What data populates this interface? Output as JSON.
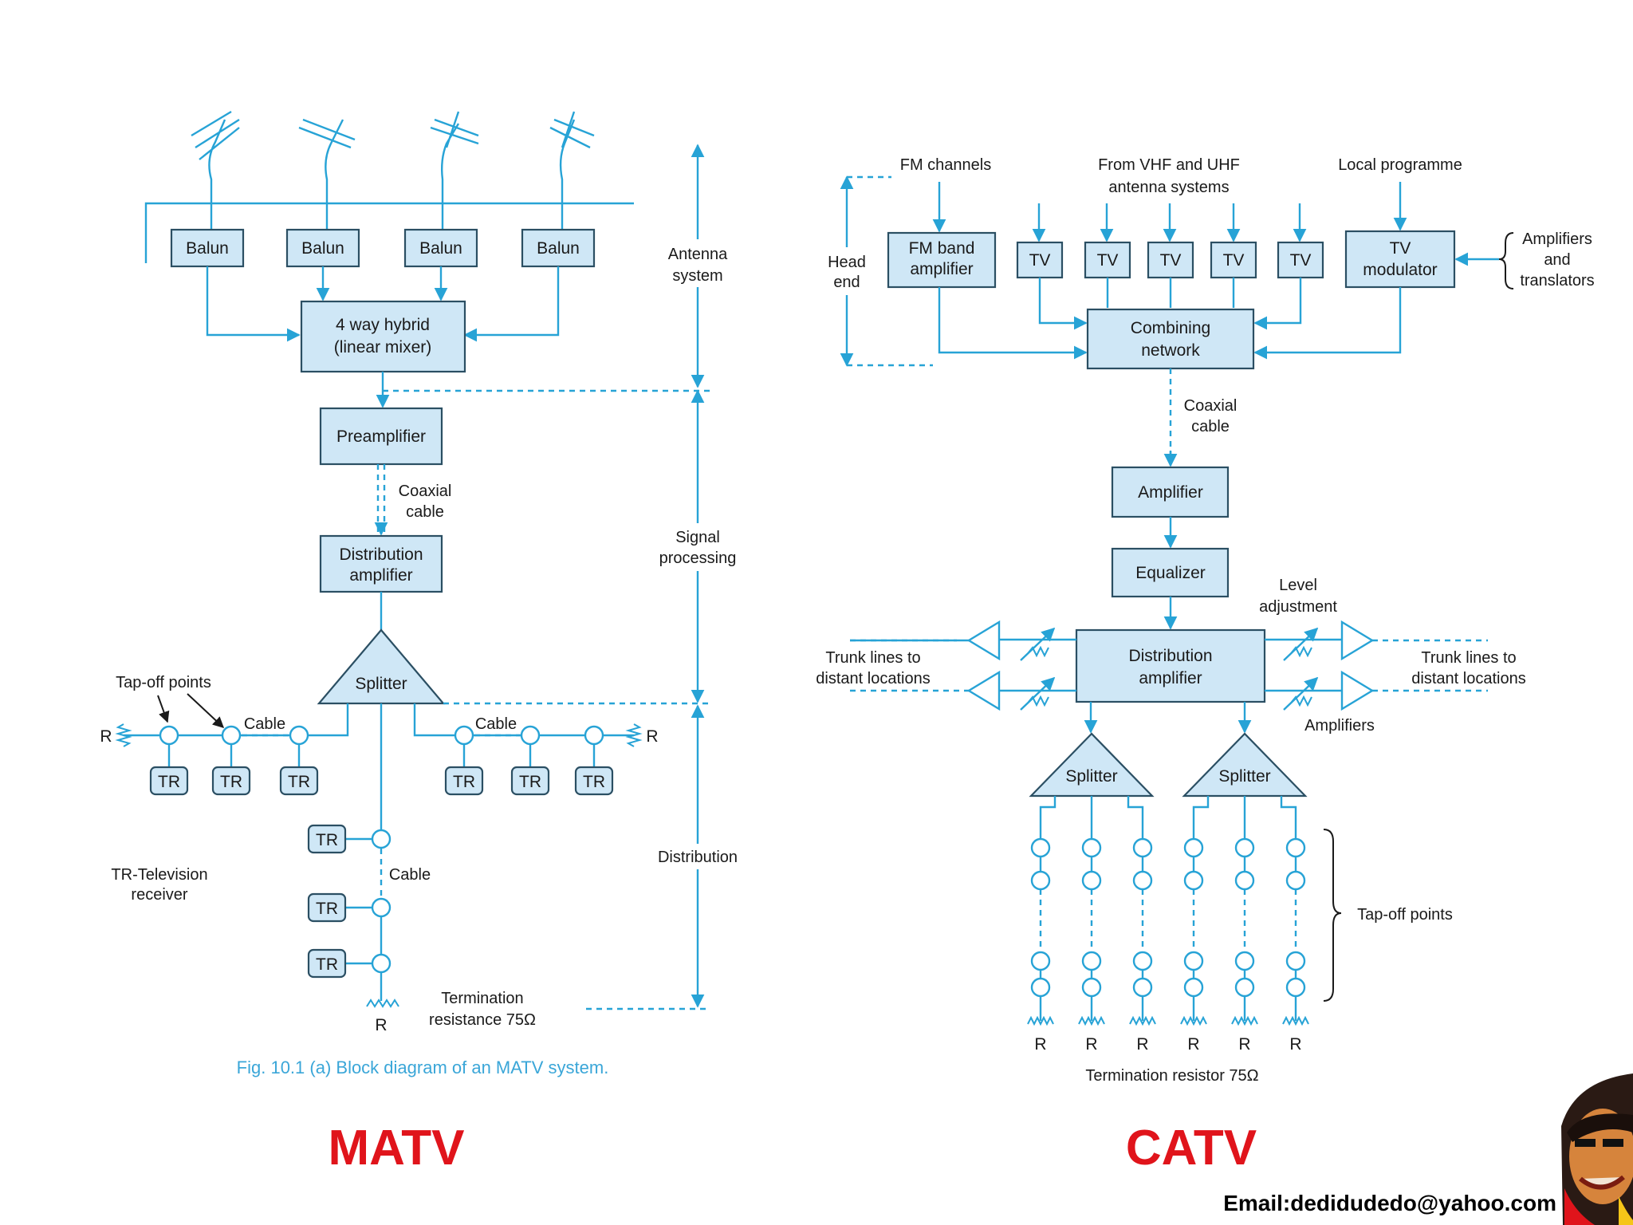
{
  "matv": {
    "balun_label": "Balun",
    "hybrid": [
      "4 way hybrid",
      "(linear mixer)"
    ],
    "preamplifier": "Preamplifier",
    "coaxial_cable": [
      "Coaxial",
      "cable"
    ],
    "distribution_amplifier": [
      "Distribution",
      "amplifier"
    ],
    "splitter": "Splitter",
    "tap_off_points": "Tap-off points",
    "cable": "Cable",
    "resistor": "R",
    "tr": "TR",
    "tr_legend": [
      "TR-Television",
      "receiver"
    ],
    "termination": [
      "Termination",
      "resistance 75Ω"
    ],
    "stages": {
      "antenna": [
        "Antenna",
        "system"
      ],
      "signal": [
        "Signal",
        "processing"
      ],
      "distribution": "Distribution"
    },
    "caption": "Fig. 10.1 (a) Block diagram of an MATV system.",
    "title": "MATV"
  },
  "catv": {
    "fm_channels": "FM channels",
    "vhf_uhf": [
      "From VHF and UHF",
      "antenna systems"
    ],
    "local_programme": "Local programme",
    "head_end": [
      "Head",
      "end"
    ],
    "fm_band_amp": [
      "FM band",
      "amplifier"
    ],
    "tv": "TV",
    "tv_modulator": [
      "TV",
      "modulator"
    ],
    "amp_translators": [
      "Amplifiers",
      "and",
      "translators"
    ],
    "combining": [
      "Combining",
      "network"
    ],
    "coaxial_cable": [
      "Coaxial",
      "cable"
    ],
    "amplifier": "Amplifier",
    "equalizer": "Equalizer",
    "level_adjustment": [
      "Level",
      "adjustment"
    ],
    "distribution_amplifier": [
      "Distribution",
      "amplifier"
    ],
    "trunk_left": [
      "Trunk lines to",
      "distant locations"
    ],
    "trunk_right": [
      "Trunk lines to",
      "distant locations"
    ],
    "amplifiers": "Amplifiers",
    "splitter": "Splitter",
    "tap_off_points": "Tap-off points",
    "resistor": "R",
    "termination": "Termination resistor 75Ω",
    "title": "CATV"
  },
  "email": "Email:dedidudedo@yahoo.com",
  "colors": {
    "line": "#27a3d6",
    "box_fill": "#cfe7f6",
    "title_red": "#e0141b",
    "caption": "#3aa6d8"
  }
}
